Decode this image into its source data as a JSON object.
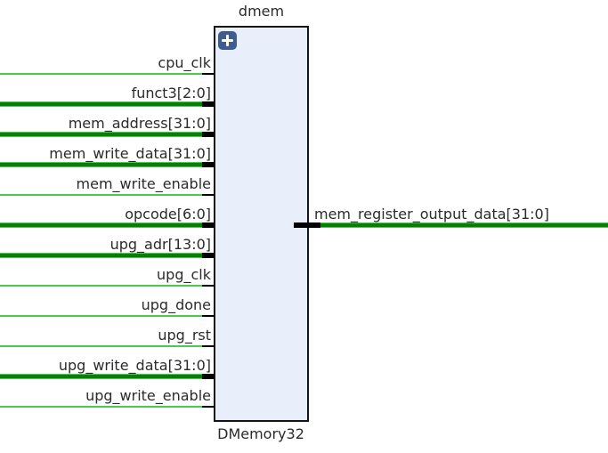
{
  "diagram": {
    "instance_name": "dmem",
    "module_type": "DMemory32",
    "expand_icon": "plus-icon",
    "colors": {
      "block_fill": "#e8effa",
      "block_border": "#141414",
      "net_single": "#4cc84c",
      "net_bus_core": "#0e7a0e",
      "net_bus_edge": "#4cc84c",
      "stub": "#000000",
      "expand_bg": "#3d5c8f",
      "expand_fg": "#ffffff",
      "label_text": "#2b2b2b"
    },
    "input_ports": [
      {
        "label": "cpu_clk",
        "bus": false
      },
      {
        "label": "funct3[2:0]",
        "bus": true
      },
      {
        "label": "mem_address[31:0]",
        "bus": true
      },
      {
        "label": "mem_write_data[31:0]",
        "bus": true
      },
      {
        "label": "mem_write_enable",
        "bus": false
      },
      {
        "label": "opcode[6:0]",
        "bus": true
      },
      {
        "label": "upg_adr[13:0]",
        "bus": true
      },
      {
        "label": "upg_clk",
        "bus": false
      },
      {
        "label": "upg_done",
        "bus": false
      },
      {
        "label": "upg_rst",
        "bus": false
      },
      {
        "label": "upg_write_data[31:0]",
        "bus": true
      },
      {
        "label": "upg_write_enable",
        "bus": false
      }
    ],
    "output_ports": [
      {
        "label": "mem_register_output_data[31:0]",
        "bus": true
      }
    ]
  }
}
